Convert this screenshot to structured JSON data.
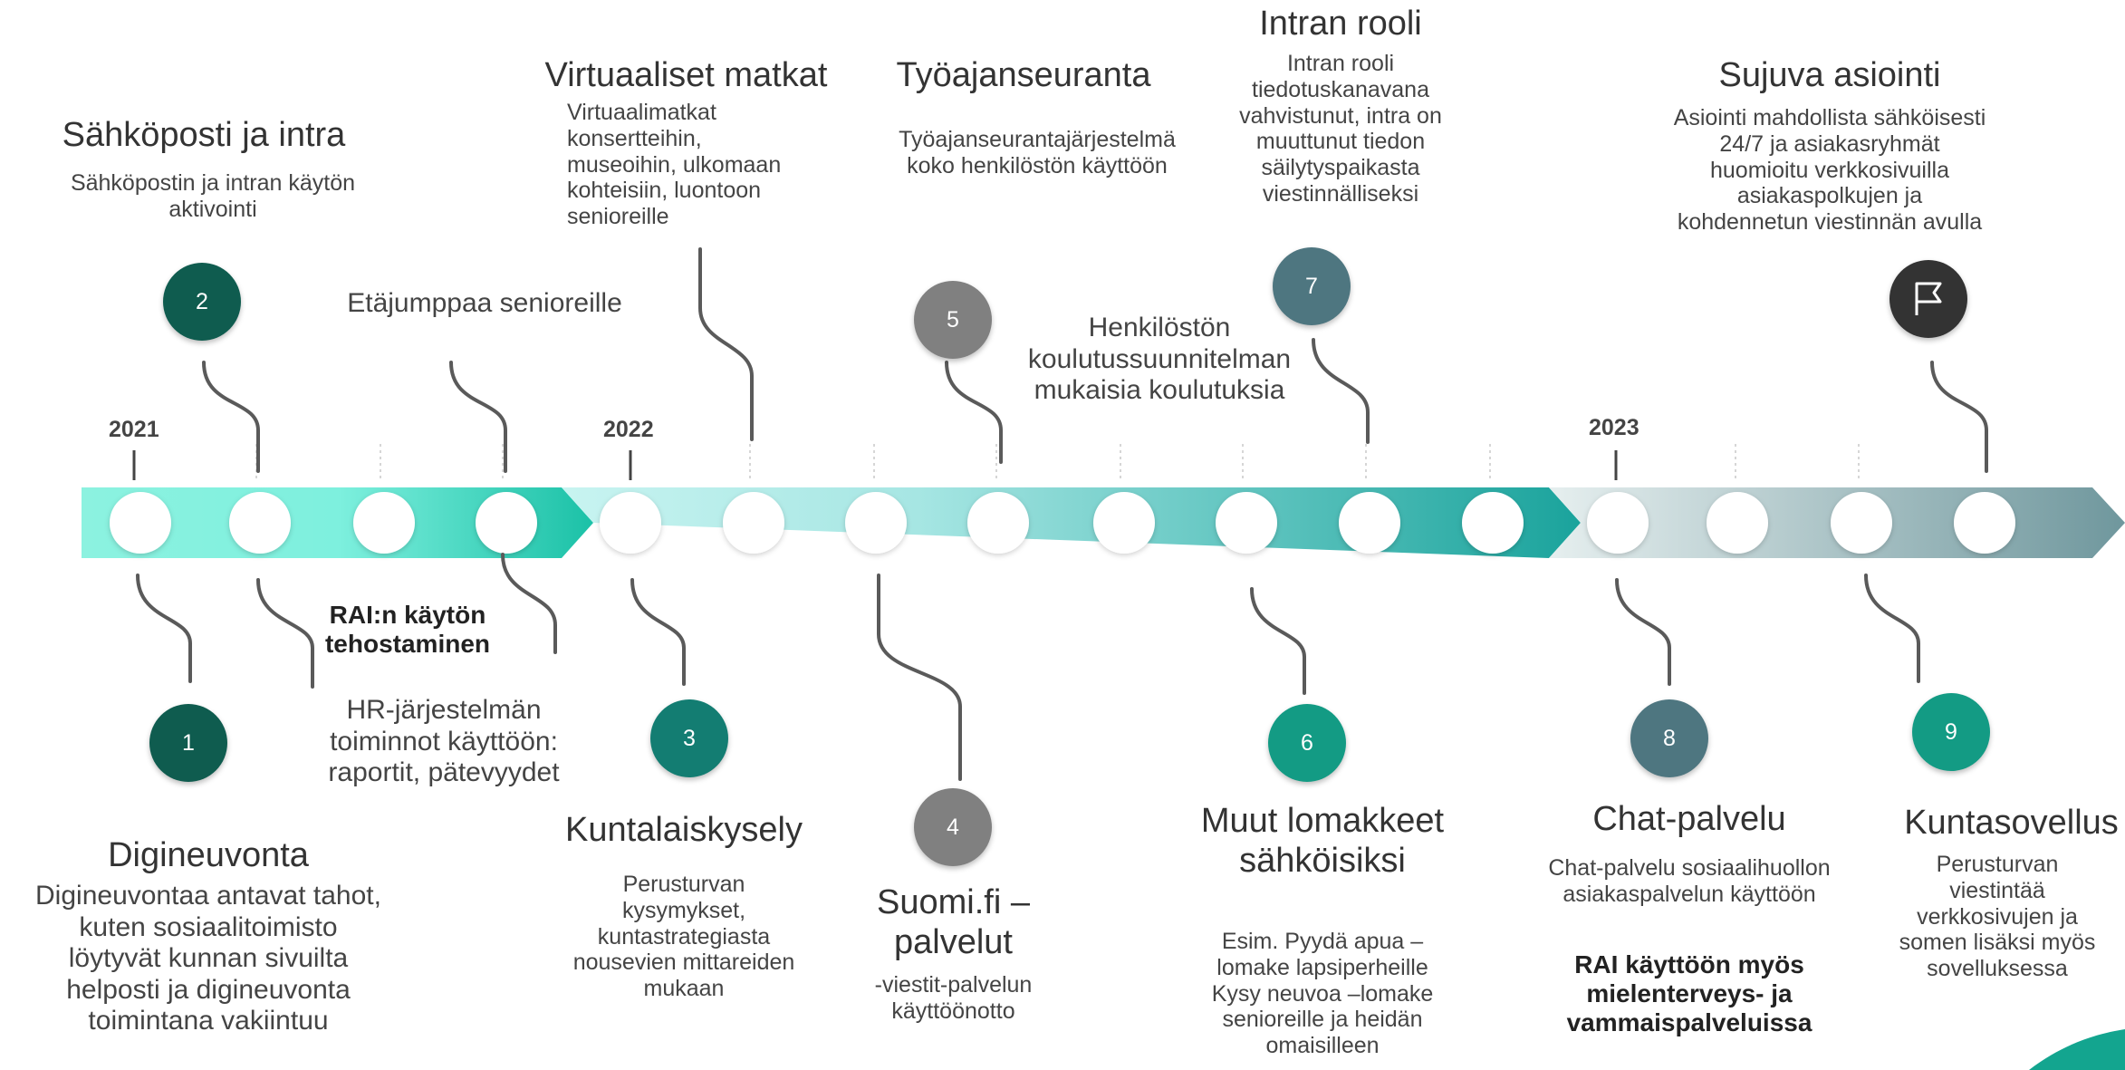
{
  "years": [
    "2021",
    "2022",
    "2023"
  ],
  "colors": {
    "teal_dark": "#0f5c4f",
    "teal_mid": "#137d72",
    "teal_bright": "#139b84",
    "slate": "#4e7680",
    "grey": "#808080",
    "black": "#333333"
  },
  "milestones": [
    {
      "n": "1"
    },
    {
      "n": "2"
    },
    {
      "n": "3"
    },
    {
      "n": "4"
    },
    {
      "n": "5"
    },
    {
      "n": "6"
    },
    {
      "n": "7"
    },
    {
      "n": "8"
    },
    {
      "n": "9"
    },
    {
      "icon": "flag-icon"
    }
  ],
  "top": {
    "sahkoposti": {
      "title": "Sähköposti ja intra",
      "desc": "Sähköpostin ja intran käytön\naktivointi"
    },
    "etajumppa": {
      "text": "Etäjumppaa senioreille"
    },
    "virtuaaliset": {
      "title": "Virtuaaliset matkat",
      "desc": "Virtuaalimatkat\nkonsertteihin,\nmuseoihin, ulkomaan\nkohteisiin, luontoon\nsenioreille"
    },
    "tyoajanseuranta": {
      "title": "Työajanseuranta",
      "desc": "Työajanseurantajärjestelmä\nkoko henkilöstön käyttöön"
    },
    "koulutus": {
      "text": "Henkilöstön\nkoulutussuunnitelman\nmukaisia koulutuksia"
    },
    "intran_rooli": {
      "title": "Intran rooli",
      "desc": "Intran rooli\ntiedotuskanavana\nvahvistunut, intra on\nmuuttunut tiedon\nsäilytyspaikasta\nviestinnälliseksi"
    },
    "sujuva": {
      "title": "Sujuva asiointi",
      "desc": "Asiointi mahdollista sähköisesti\n24/7 ja asiakasryhmät\nhuomioitu verkkosivuilla\nasiakaspolkujen ja\nkohdennetun viestinnän avulla"
    }
  },
  "bottom": {
    "rai": {
      "text": "RAI:n käytön\ntehostaminen"
    },
    "hr": {
      "text": "HR-järjestelmän\ntoiminnot käyttöön:\nraportit, pätevyydet"
    },
    "digineuvonta": {
      "title": "Digineuvonta",
      "desc": "Digineuvontaa antavat tahot,\nkuten sosiaalitoimisto\nlöytyvät kunnan sivuilta\nhelposti ja digineuvonta\ntoimintana vakiintuu"
    },
    "kuntalaiskysely": {
      "title": "Kuntalaiskysely",
      "desc": "Perusturvan\nkysymykset,\nkuntastrategiasta\nnousevien mittareiden\nmukaan"
    },
    "suomifi": {
      "title": "Suomi.fi –\npalvelut",
      "desc": "-viestit-palvelun\nkäyttöönotto"
    },
    "lomakkeet": {
      "title": "Muut lomakkeet\nsähköisiksi",
      "desc": "Esim. Pyydä apua –\nlomake lapsiperheille\nKysy neuvoa –lomake\nsenioreille ja heidän\nomaisilleen"
    },
    "chat": {
      "title": "Chat-palvelu",
      "desc": "Chat-palvelu sosiaalihuollon\nasiakaspalvelun käyttöön",
      "extra": "RAI käyttöön myös\nmielenterveys- ja\nvammaispalveluissa"
    },
    "kuntasovellus": {
      "title": "Kuntasovellus",
      "desc": "Perusturvan\nviestintää\nverkkosivujen ja\nsomen lisäksi myös\nsovelluksessa"
    }
  }
}
